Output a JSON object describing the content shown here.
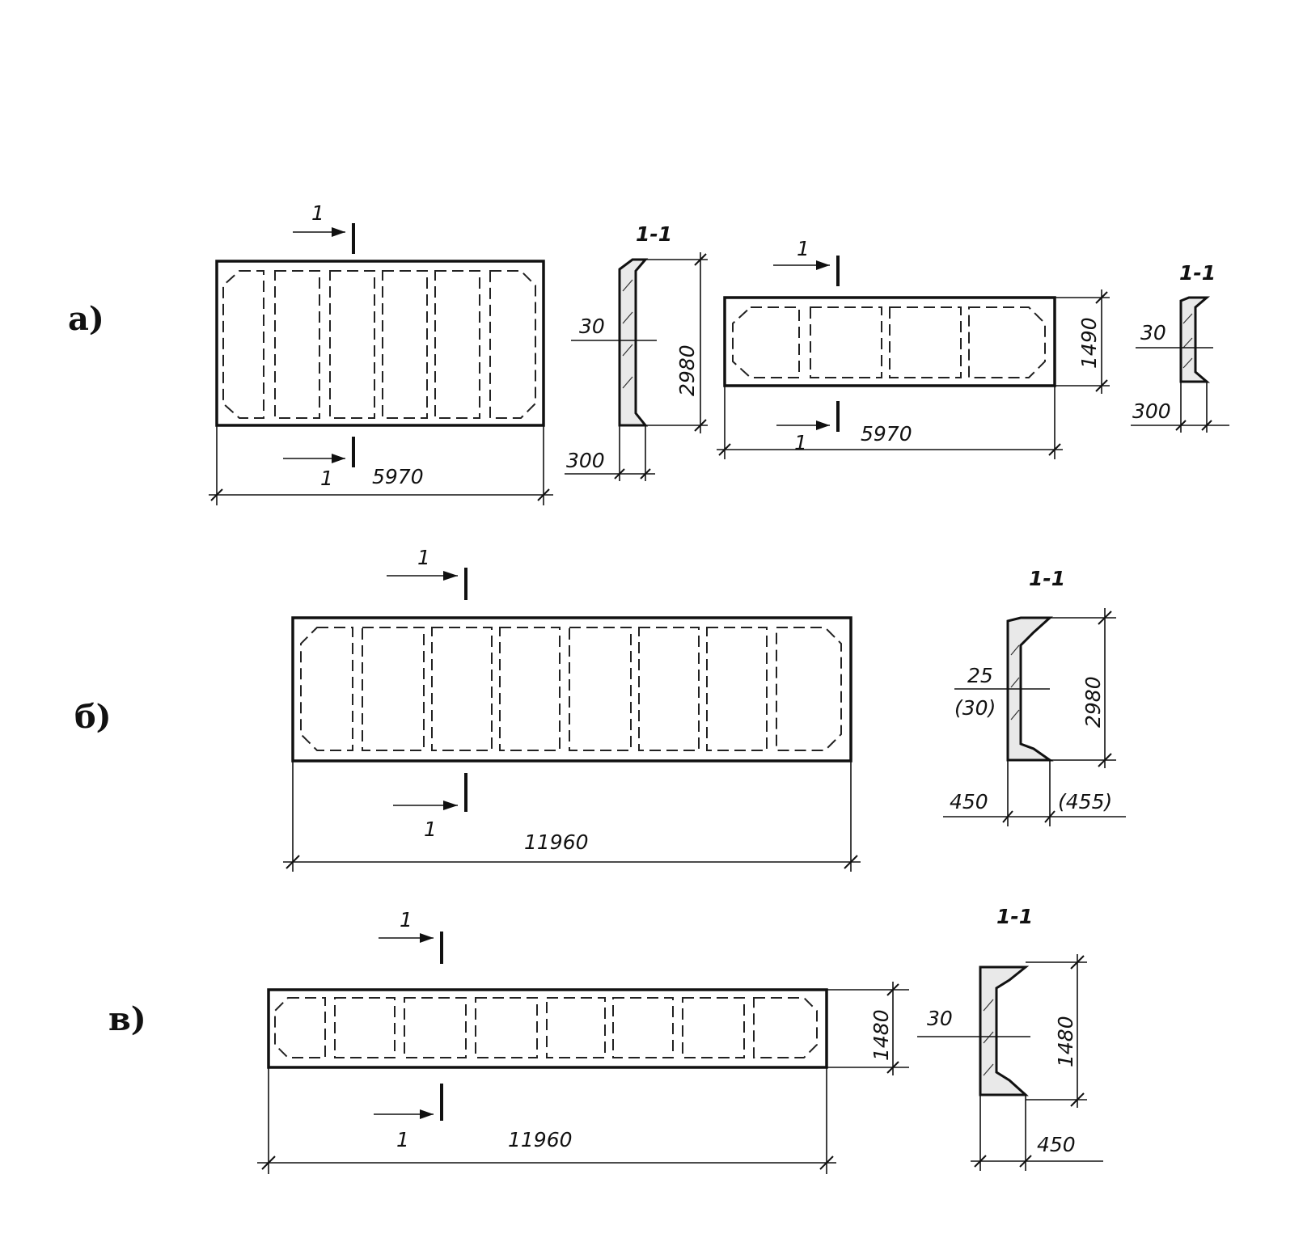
{
  "rows": [
    {
      "label": "а)",
      "panels": [
        {
          "length": "5970",
          "height": "2980",
          "section": "1-1",
          "cut": "1",
          "thickness": "30",
          "depth": "300"
        },
        {
          "length": "5970",
          "height": "1490",
          "section": "1-1",
          "cut": "1",
          "thickness": "30",
          "depth": "300"
        }
      ]
    },
    {
      "label": "б)",
      "panels": [
        {
          "length": "11960",
          "height": "2980",
          "section": "1-1",
          "cut": "1",
          "thickness": "25",
          "thickness_alt": "(30)",
          "depth": "450",
          "depth_alt": "(455)"
        }
      ]
    },
    {
      "label": "в)",
      "panels": [
        {
          "length": "11960",
          "height": "1480",
          "section": "1-1",
          "cut": "1",
          "thickness": "30",
          "depth": "450"
        }
      ]
    }
  ]
}
